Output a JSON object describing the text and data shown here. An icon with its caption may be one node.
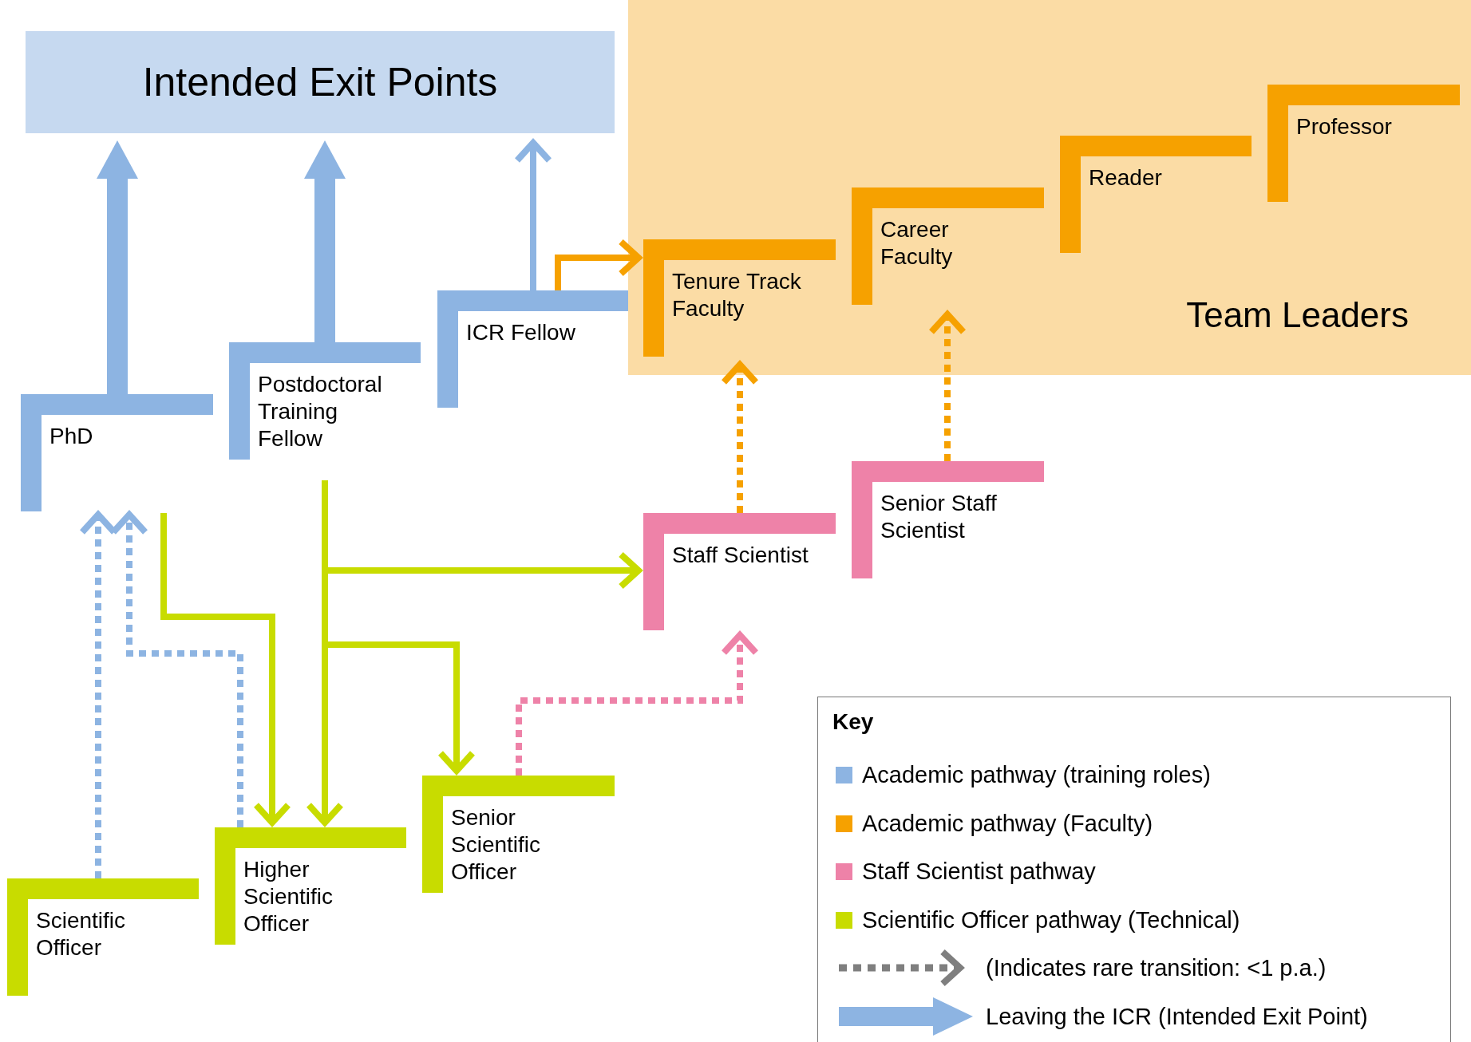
{
  "diagram": {
    "nodes": [
      {
        "text": [
          "Intended Exit Points"
        ]
      },
      {
        "text": [
          "Team Leaders"
        ]
      },
      {
        "text": [
          "Tenure Track Faculty"
        ],
        "in": 1
      },
      {
        "text": [
          "Career Faculty"
        ],
        "in": 1
      },
      {
        "text": [
          "Reader"
        ],
        "in": 1
      },
      {
        "text": [
          "Professor"
        ],
        "in": 1
      },
      {
        "text": [
          "ICR Fellow"
        ]
      },
      {
        "text": [
          "Postdoctoral Training Fellow"
        ]
      },
      {
        "text": [
          "PhD"
        ]
      },
      {
        "text": [
          "Senior Staff Scientist"
        ]
      },
      {
        "text": [
          "Staff Scientist"
        ]
      },
      {
        "text": [
          "Senior Scientific Officer"
        ]
      },
      {
        "text": [
          "Higher Scientific Officer"
        ]
      },
      {
        "text": [
          "Scientific Officer"
        ]
      }
    ],
    "edges": [
      {
        "from": 8,
        "to": 0,
        "arrow": "to",
        "style": "thick"
      },
      {
        "from": 7,
        "to": 0,
        "arrow": "to",
        "style": "thick"
      },
      {
        "from": 6,
        "to": 0,
        "arrow": "to"
      },
      {
        "from": 6,
        "to": 2,
        "arrow": "to",
        "color": "#f6a100"
      },
      {
        "from": 10,
        "to": 2,
        "arrow": "to",
        "style": "dashed",
        "color": "#f6a100"
      },
      {
        "from": 9,
        "to": 3,
        "arrow": "to",
        "style": "dashed",
        "color": "#f6a100"
      },
      {
        "from": 13,
        "to": 8,
        "arrow": "to",
        "style": "dashed"
      },
      {
        "from": 12,
        "to": 8,
        "arrow": "to",
        "style": "dashed"
      },
      {
        "from": 7,
        "to": 10,
        "arrow": "to",
        "color": "#c8dc00"
      },
      {
        "from": 7,
        "to": 12,
        "arrow": "to",
        "color": "#c8dc00"
      },
      {
        "from": 7,
        "to": 11,
        "arrow": "to",
        "color": "#c8dc00"
      },
      {
        "from": 8,
        "to": 12,
        "arrow": "to",
        "color": "#c8dc00"
      },
      {
        "from": 11,
        "to": 10,
        "arrow": "to",
        "style": "dashed",
        "color": "#ee82a8"
      }
    ],
    "labels": [
      "Key"
    ],
    "legend": [
      {
        "text": "Academic pathway (training roles)",
        "color": "#8db4e2"
      },
      {
        "text": "Academic pathway (Faculty)",
        "color": "#f6a100"
      },
      {
        "text": "Staff Scientist pathway",
        "color": "#ee82a8"
      },
      {
        "text": "Scientific Officer pathway (Technical)",
        "color": "#c8dc00"
      },
      {
        "text": "(Indicates rare transition: <1 p.a.)"
      },
      {
        "text": "Leaving the ICR (Intended Exit Point)"
      }
    ]
  }
}
